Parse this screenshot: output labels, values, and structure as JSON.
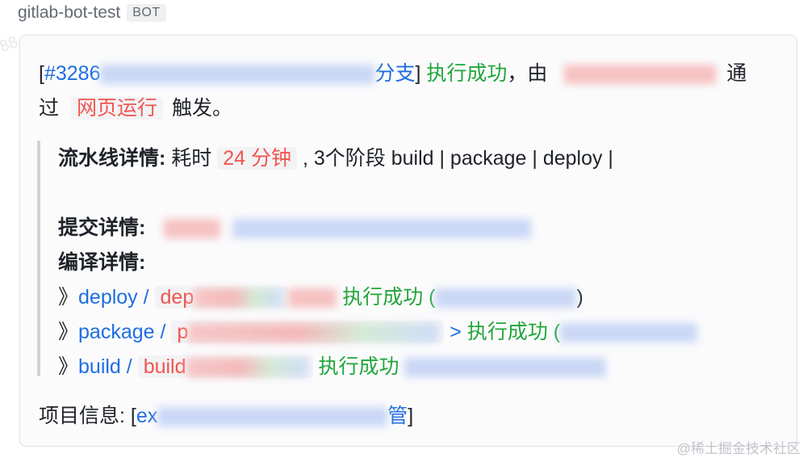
{
  "header": {
    "bot_name": "gitlab-bot-test",
    "bot_tag": "BOT"
  },
  "message": {
    "line1_open": "[",
    "pipeline_id": "#3286",
    "branch_suffix": "分支",
    "line1_close": "]",
    "status": "执行成功",
    "by": "，由",
    "via": "通",
    "line2_via": "过",
    "trigger_source": "网页运行",
    "trigger_suffix": "触发。"
  },
  "pipeline": {
    "label": "流水线详情:",
    "duration_prefix": "耗时",
    "duration": "24 分钟",
    "stages_text": ", 3个阶段 build | package | deploy |"
  },
  "commit": {
    "label": "提交详情:"
  },
  "build_details": {
    "label": "编译详情:",
    "jobs": [
      {
        "marker": "》",
        "stage": "deploy /",
        "job": "dep",
        "status": "执行成功 (",
        "close": ")"
      },
      {
        "marker": "》",
        "stage": "package /",
        "job": "p",
        "arrow": ">",
        "status": "执行成功 ("
      },
      {
        "marker": "》",
        "stage": "build /",
        "job": "build",
        "status": "执行成功"
      }
    ]
  },
  "project": {
    "label": "项目信息:",
    "open": "[",
    "link_start": "ex",
    "link_end": "管",
    "close": "]"
  },
  "watermark": "@稀土掘金技术社区",
  "colors": {
    "link": "#1f6ee0",
    "success": "#22a63a",
    "chip_text": "#f0554f"
  }
}
